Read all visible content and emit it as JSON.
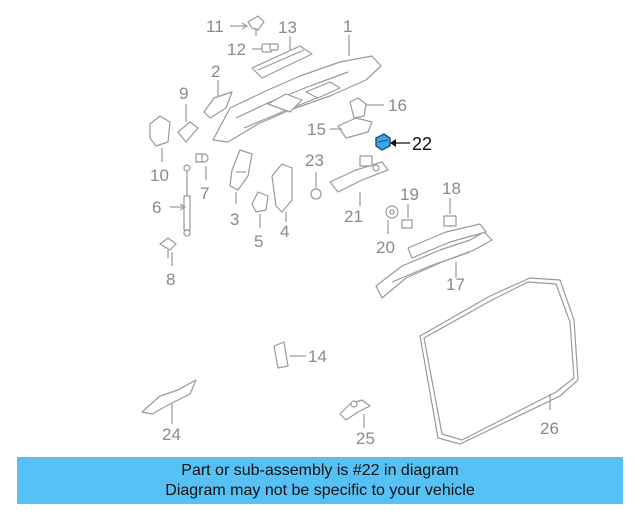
{
  "highlight_part": "22",
  "colors": {
    "banner_background": "#55c1f5",
    "highlight_part_fill": "#3aa7e6",
    "line_gray": "#9a9a9a"
  },
  "callouts": {
    "n1": "1",
    "n2": "2",
    "n3": "3",
    "n4": "4",
    "n5": "5",
    "n6": "6",
    "n7": "7",
    "n8": "8",
    "n9": "9",
    "n10": "10",
    "n11": "11",
    "n12": "12",
    "n13": "13",
    "n14": "14",
    "n15": "15",
    "n16": "16",
    "n17": "17",
    "n18": "18",
    "n19": "19",
    "n20": "20",
    "n21": "21",
    "n22": "22",
    "n23": "23",
    "n24": "24",
    "n25": "25",
    "n26": "26"
  },
  "banner": {
    "line1": "Part or sub-assembly is #22 in diagram",
    "line2": "Diagram may not be specific to your vehicle"
  }
}
